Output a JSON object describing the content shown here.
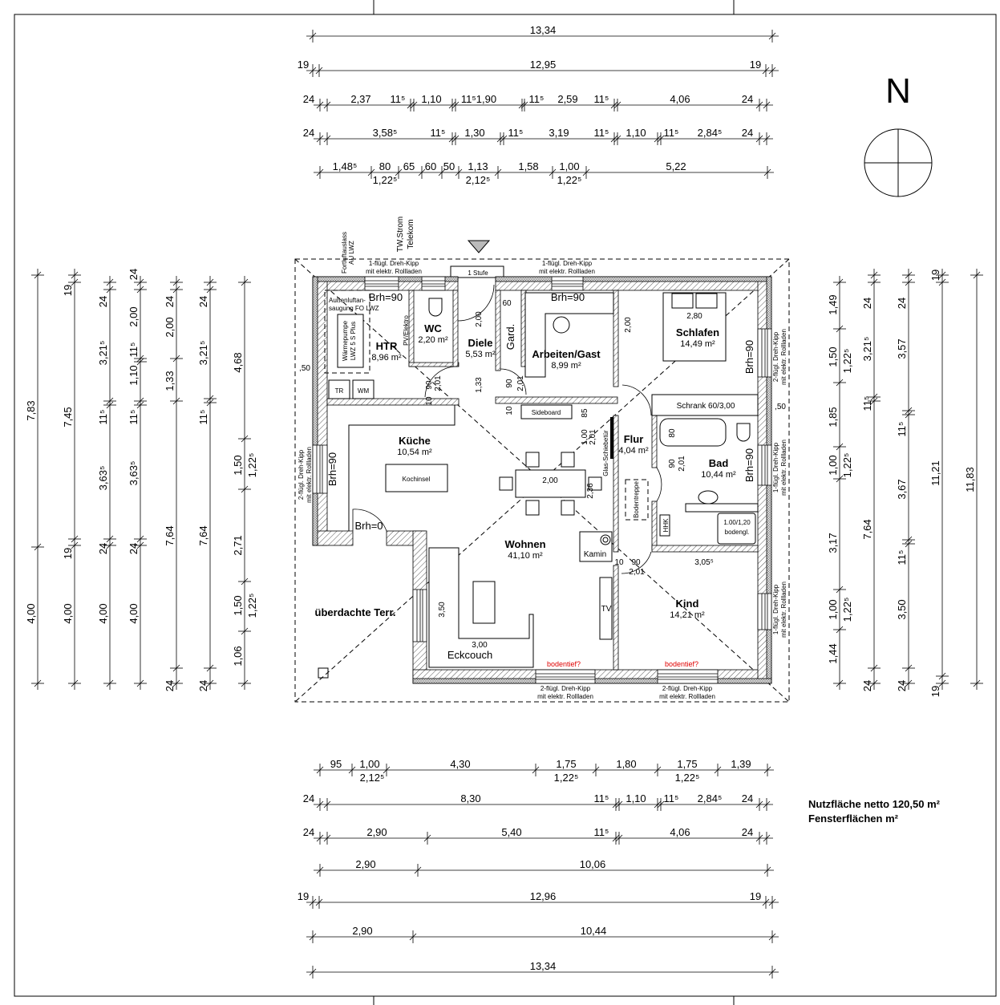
{
  "north": {
    "label": "N"
  },
  "dims": {
    "top": [
      {
        "labels": [
          "13,34"
        ]
      },
      {
        "labels": [
          "19",
          "12,95",
          "19"
        ]
      },
      {
        "labels": [
          "24",
          "2,37",
          "11⁵",
          "1,10",
          "11⁵1,90",
          "11⁵",
          "2,59",
          "11⁵",
          "4,06",
          "24"
        ]
      },
      {
        "labels": [
          "24",
          "3,58⁵",
          "11⁵",
          "1,30",
          "11⁵",
          "3,19",
          "11⁵",
          "1,10",
          "11⁵",
          "2,84⁵",
          "24"
        ]
      },
      {
        "labels": [
          "1,48⁵",
          "80",
          "65",
          "60",
          "50",
          "1,13",
          "1,58",
          "1,00",
          "5,22"
        ],
        "sub": [
          "1,22⁵",
          "2,12⁵",
          "1,22⁵"
        ]
      }
    ],
    "bottom": [
      {
        "labels": [
          "95",
          "1,00",
          "4,30",
          "1,75",
          "1,80",
          "1,75",
          "1,39"
        ],
        "sub": [
          "2,12⁵",
          "1,22⁵",
          "1,22⁵"
        ]
      },
      {
        "labels": [
          "24",
          "8,30",
          "11⁵",
          "1,10",
          "11⁵",
          "2,84⁵",
          "24"
        ]
      },
      {
        "labels": [
          "24",
          "2,90",
          "5,40",
          "11⁵",
          "4,06",
          "24"
        ]
      },
      {
        "labels": [
          "2,90",
          "10,06"
        ]
      },
      {
        "labels": [
          "19",
          "12,96",
          "19"
        ]
      },
      {
        "labels": [
          "2,90",
          "10,44"
        ]
      },
      {
        "labels": [
          "13,34"
        ]
      }
    ],
    "left": [
      {
        "labels": [
          "7,83",
          "4,00"
        ]
      },
      {
        "labels": [
          "19",
          "7,45",
          "19",
          "4,00"
        ]
      },
      {
        "labels": [
          "24",
          "3,21⁵",
          "11⁵",
          "3,63⁵",
          "24",
          "4,00"
        ]
      },
      {
        "labels": [
          "24",
          "2,00",
          "11⁵",
          "1,10",
          "11⁵",
          "3,63⁵",
          "24",
          "4,00"
        ]
      },
      {
        "labels": [
          "24",
          "2,00",
          "1,33",
          "7,64",
          "24"
        ]
      },
      {
        "labels": [
          "24",
          "3,21⁵",
          "11⁵",
          "7,64",
          "24"
        ]
      },
      {
        "labels": [
          "4,68",
          "1,50",
          "2,71",
          "1,50",
          "1,06"
        ],
        "sub": [
          "1,22⁵",
          "1,22⁵"
        ]
      }
    ],
    "right": [
      {
        "labels": [
          "1,49",
          "1,50",
          "1,85",
          "1,00",
          "3,17",
          "1,00",
          "1,44"
        ],
        "sub": [
          "1,22⁵",
          "1,22⁵",
          "1,22⁵"
        ]
      },
      {
        "labels": [
          "24",
          "3,21⁵",
          "11⁵",
          "7,64",
          "24"
        ]
      },
      {
        "labels": [
          "24",
          "3,57",
          "11⁵",
          "3,67",
          "11⁵",
          "3,50",
          "24"
        ]
      },
      {
        "labels": [
          "19",
          "11,21",
          "19"
        ]
      },
      {
        "labels": [
          "11,83"
        ]
      }
    ]
  },
  "rooms": [
    {
      "name": "HTR",
      "area": "8,96 m²"
    },
    {
      "name": "WC",
      "area": "2,20 m²"
    },
    {
      "name": "Diele",
      "area": "5,53 m²"
    },
    {
      "name": "Arbeiten/Gast",
      "area": "8,99 m²"
    },
    {
      "name": "Schlafen",
      "area": "14,49 m²"
    },
    {
      "name": "Küche",
      "area": "10,54 m²"
    },
    {
      "name": "Flur",
      "area": "4,04 m²"
    },
    {
      "name": "Bad",
      "area": "10,44 m²"
    },
    {
      "name": "Wohnen",
      "area": "41,10 m²"
    },
    {
      "name": "Kind",
      "area": "14,21 m²"
    }
  ],
  "annotations": {
    "step": "1 Stufe",
    "brh90": "Brh=90",
    "brh0": "Brh=0",
    "exhaust_1": "Fortluftauslass",
    "exhaust_2": "AU LWZ",
    "utilities_1": "TW,Strom",
    "utilities_2": "Telekom",
    "intake_1": "Außenluftan-",
    "intake_2": "saugung FO LWZ",
    "heatpump_1": "Wärmepumpe",
    "heatpump_2": "LWZ 5 S Plus",
    "pv": "PV/Elektro",
    "dryer": "TR",
    "washer": "WM",
    "wardrobe": "Gard.",
    "sideboard": "Sideboard",
    "closet": "Schrank 60/3,00",
    "island": "Kochinsel",
    "sliding_door": "Glas-Schiebetür",
    "attic_stairs": "Bodentreppe",
    "hhk": "HHK",
    "shower_1": "1.00/1,20",
    "shower_2": "bodengl.",
    "fireplace": "Kamin",
    "tv": "TV",
    "couch": "Eckcouch",
    "terrace": "überdachte Terr.",
    "floor_to_ceiling": "bodentief?",
    "win1_a": "1-flügl. Dreh-Kipp",
    "win2_a": "2-flügl. Dreh-Kipp",
    "win_b": "mit elektr. Rollladen"
  },
  "plan_dims": [
    "2,00",
    "1,33",
    "60",
    "2,00",
    "2,80",
    "2,00",
    "3,50",
    "3,00",
    "3,05⁵",
    "10",
    "90",
    "2,01",
    "1,00",
    "2,01",
    "85",
    "2,36",
    "80",
    "90",
    "2,01",
    "90",
    "2,01",
    "10",
    "90",
    "2,01",
    "10",
    ",50",
    ",50"
  ],
  "summary": {
    "net_area": "Nutzfläche netto 120,50 m²",
    "window_area": "Fensterflächen  m²"
  }
}
